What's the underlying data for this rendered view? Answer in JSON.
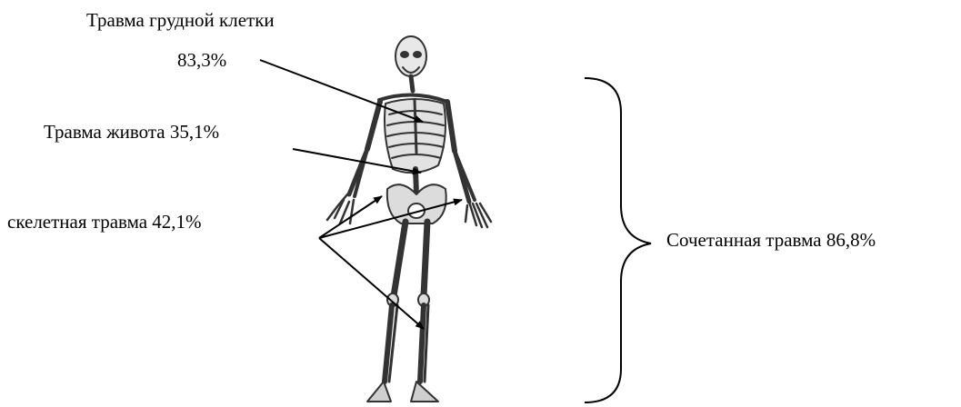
{
  "labels": {
    "chest_line1": "Травма грудной клетки",
    "chest_line2": "83,3%",
    "abdomen": "Травма живота 35,1%",
    "skeletal": "скелетная травма 42,1%",
    "combined": "Сочетанная травма 86,8%"
  },
  "colors": {
    "arrow": "#000000",
    "bone": "#eeeeee",
    "bone_stroke": "#333333"
  }
}
